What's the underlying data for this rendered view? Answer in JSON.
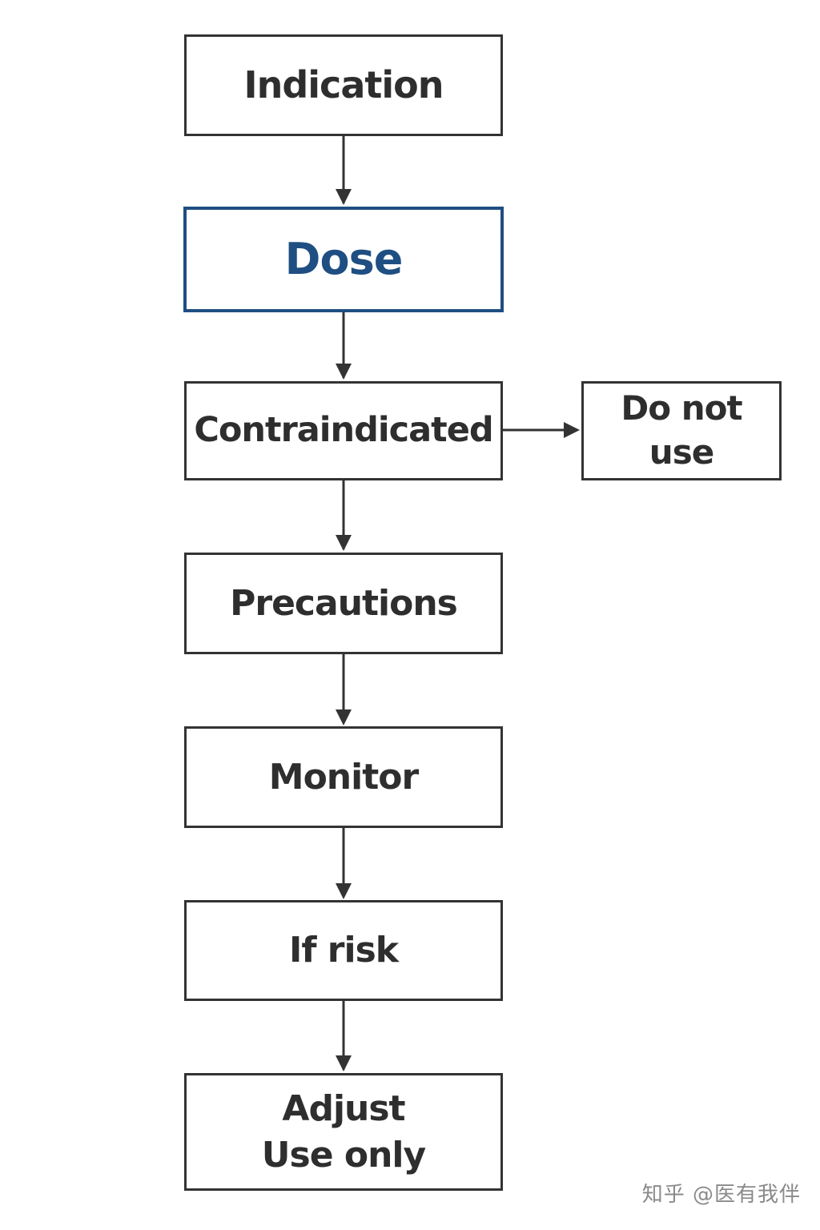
{
  "diagram": {
    "nodes": {
      "indication": "Indication",
      "dose": "Dose",
      "contraindicated": "Contraindicated",
      "do_not_use": "Do not use",
      "precautions": "Precautions",
      "monitor": "Monitor",
      "if_risk": "If risk",
      "adjust_line1": "Adjust",
      "adjust_line2": "Use only"
    },
    "colors": {
      "border": "#333333",
      "text": "#2e2e2e",
      "highlight": "#1f4e82",
      "background": "#ffffff"
    }
  },
  "watermark": "知乎 @医有我伴"
}
